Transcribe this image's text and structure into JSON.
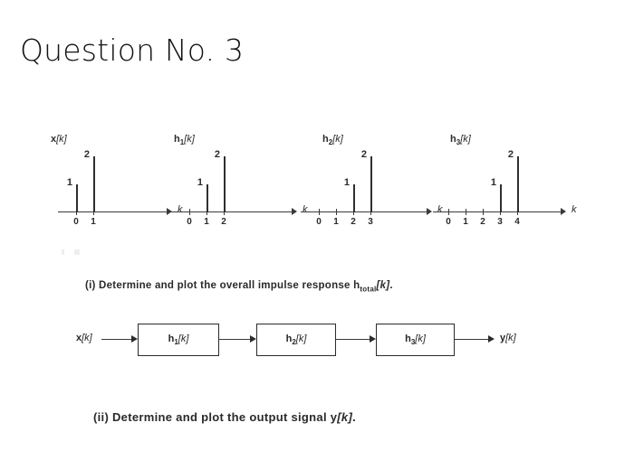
{
  "title": "Question No. 3",
  "plots": [
    {
      "label_base": "x",
      "label_sub": "",
      "label_arg": "[k]",
      "label_text": "x[k]",
      "axis_name": "k",
      "ticks": [
        "0",
        "1"
      ],
      "stems": [
        {
          "k": 0,
          "value": 1,
          "value_text": "1"
        },
        {
          "k": 1,
          "value": 2,
          "value_text": "2"
        }
      ]
    },
    {
      "label_base": "h",
      "label_sub": "1",
      "label_arg": "[k]",
      "label_text": "h1[k]",
      "axis_name": "k",
      "ticks": [
        "0",
        "1",
        "2"
      ],
      "stems": [
        {
          "k": 1,
          "value": 1,
          "value_text": "1"
        },
        {
          "k": 2,
          "value": 2,
          "value_text": "2"
        }
      ]
    },
    {
      "label_base": "h",
      "label_sub": "2",
      "label_arg": "[k]",
      "label_text": "h2[k]",
      "axis_name": "k",
      "ticks": [
        "0",
        "1",
        "2",
        "3"
      ],
      "stems": [
        {
          "k": 2,
          "value": 1,
          "value_text": "1"
        },
        {
          "k": 3,
          "value": 2,
          "value_text": "2"
        }
      ]
    },
    {
      "label_base": "h",
      "label_sub": "3",
      "label_arg": "[k]",
      "label_text": "h3[k]",
      "axis_name": "k",
      "ticks": [
        "0",
        "1",
        "2",
        "3",
        "4"
      ],
      "stems": [
        {
          "k": 3,
          "value": 1,
          "value_text": "1"
        },
        {
          "k": 4,
          "value": 2,
          "value_text": "2"
        }
      ]
    }
  ],
  "questions": {
    "part_i": {
      "prefix": "(i) Determine and plot the overall impulse response h",
      "subscript": "total",
      "suffix_arg": "[k]",
      "suffix": ".",
      "full_text": "(i) Determine and plot the overall impulse response htotal[k]."
    },
    "part_ii": {
      "prefix": "(ii) Determine and plot the output signal y",
      "suffix_arg": "[k]",
      "suffix": ".",
      "full_text": "(ii) Determine and plot the output signal y[k]."
    }
  },
  "block_diagram": {
    "input_label_base": "x",
    "input_label_arg": "[k]",
    "output_label_base": "y",
    "output_label_arg": "[k]",
    "blocks": [
      {
        "base": "h",
        "sub": "1",
        "arg": "[k]",
        "text": "h1[k]"
      },
      {
        "base": "h",
        "sub": "2",
        "arg": "[k]",
        "text": "h2[k]"
      },
      {
        "base": "h",
        "sub": "3",
        "arg": "[k]",
        "text": "h3[k]"
      }
    ]
  },
  "colors": {
    "background": "#ffffff",
    "ink": "#2b2b2b",
    "title_ink": "#131313"
  }
}
